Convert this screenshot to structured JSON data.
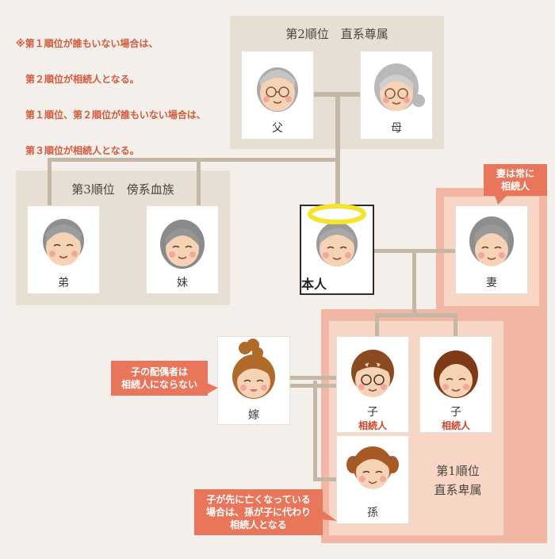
{
  "note": {
    "lines": [
      "※第１順位が誰もいない場合は、",
      "第２順位が相続人となる。",
      "第１順位、第２順位が誰もいない場合は、",
      "第３順位が相続人となる。"
    ]
  },
  "groups": {
    "ascendants": "第2順位　直系尊属",
    "collaterals": "第3順位　傍系血族",
    "descendants_line1": "第1順位",
    "descendants_line2": "直系卑属"
  },
  "people": {
    "father": "父",
    "mother": "母",
    "brother": "弟",
    "sister": "妹",
    "self": "本人",
    "wife": "妻",
    "child1": "子",
    "child2": "子",
    "daughter_in_law": "嫁",
    "grandchild": "孫"
  },
  "badges": {
    "child1_heir": "相続人",
    "child2_heir": "相続人"
  },
  "bubbles": {
    "wife": [
      "妻は常に",
      "相続人"
    ],
    "spouse_of_child": [
      "子の配偶者は",
      "相続人にならない"
    ],
    "grandchild": [
      "子が先に亡くなっている",
      "場合は、孫が子に代わり",
      "相続人となる"
    ]
  },
  "colors": {
    "heir_region": "#f1b7a4",
    "bubble": "#e9765b",
    "beige_region": "#e7dfd4",
    "connector": "#c4b7a6",
    "halo": "#f5e52a"
  }
}
